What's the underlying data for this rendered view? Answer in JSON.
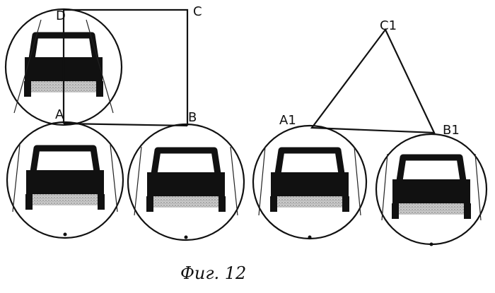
{
  "labels": {
    "A": "A",
    "B": "B",
    "C": "C",
    "D": "D",
    "A1": "A1",
    "B1": "B1",
    "C1": "C1"
  },
  "caption": "Фиг. 12"
}
